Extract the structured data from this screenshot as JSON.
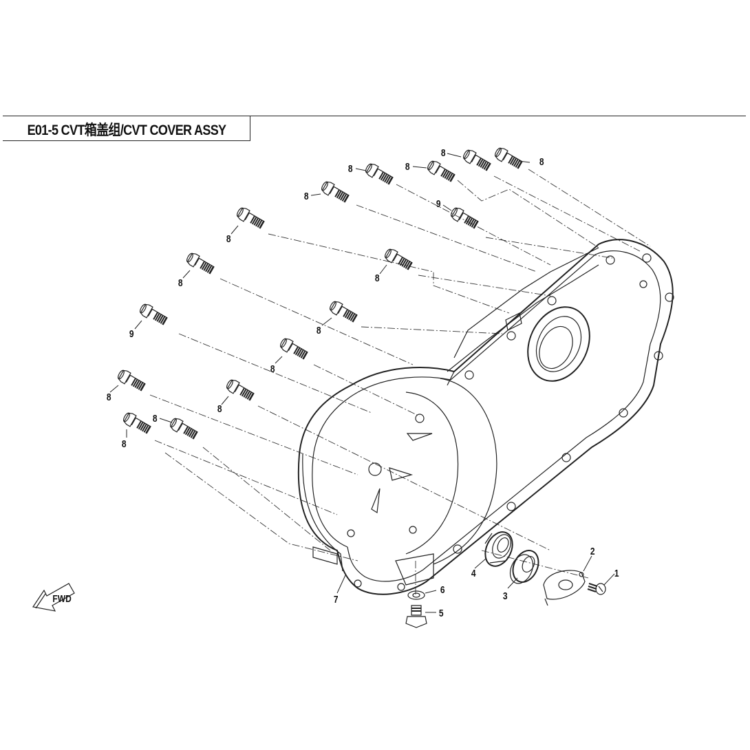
{
  "title": "E01-5 CVT箱盖组/CVT COVER ASSY",
  "fwd_label": "FWD",
  "callouts": [
    "1",
    "2",
    "3",
    "4",
    "5",
    "6",
    "7",
    "8",
    "9"
  ]
}
